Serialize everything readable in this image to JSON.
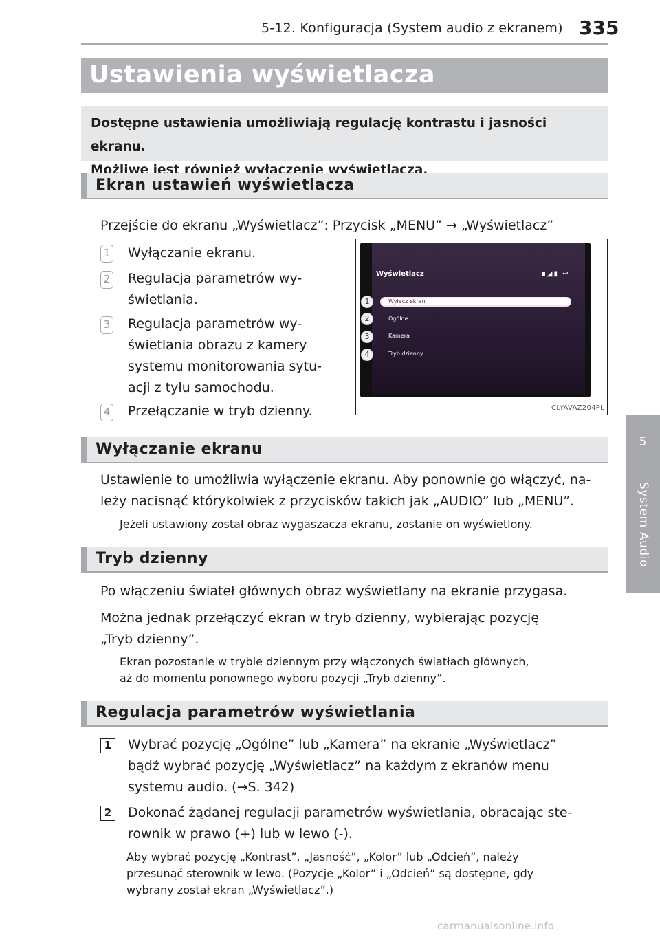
{
  "header": {
    "running_title": "5-12. Konfiguracja (System audio z ekranem)",
    "page_number": "335"
  },
  "side_tab": {
    "chapter_number": "5",
    "chapter_label": "System Audio"
  },
  "title": "Ustawienia wyświetlacza",
  "intro": {
    "line1": "Dostępne ustawienia umożliwiają regulację kontrastu i jasności ekranu.",
    "line2": "Możliwe jest również wyłączenie wyświetlacza."
  },
  "section_screen": {
    "heading": "Ekran ustawień wyświetlacza",
    "path": "Przejście do ekranu „Wyświetlacz”: Przycisk „MENU” → „Wyświetlacz”",
    "items": [
      {
        "num": "1",
        "text": "Wyłączanie ekranu."
      },
      {
        "num": "2",
        "line1": "Regulacja parametrów wy-",
        "line2": "świetlania."
      },
      {
        "num": "3",
        "line1": "Regulacja parametrów wy-",
        "line2": "świetlania obrazu z kamery",
        "line3": "systemu monitorowania sytu-",
        "line4": "acji z tyłu samochodu."
      },
      {
        "num": "4",
        "text": "Przełączanie w tryb dzienny."
      }
    ]
  },
  "figure": {
    "screen_title": "Wyświetlacz",
    "status_icons": "▪◢▮ ↩",
    "menu": [
      "Wyłącz ekran",
      "Ogólne",
      "Kamera",
      "Tryb dzienny"
    ],
    "callouts": [
      "1",
      "2",
      "3",
      "4"
    ],
    "code": "CLYAVAZ204PL"
  },
  "section_off": {
    "heading": "Wyłączanie ekranu",
    "line1": "Ustawienie to umożliwia wyłączenie ekranu. Aby ponownie go włączyć, na-",
    "line2": "leży nacisnąć którykolwiek z przycisków takich jak „AUDIO” lub „MENU”.",
    "note": "Jeżeli ustawiony został obraz wygaszacza ekranu, zostanie on wyświetlony."
  },
  "section_day": {
    "heading": "Tryb dzienny",
    "p1": "Po włączeniu świateł głównych obraz wyświetlany na ekranie przygasa.",
    "p2_line1": "Można jednak przełączyć ekran w tryb dzienny, wybierając pozycję",
    "p2_line2": "„Tryb dzienny”.",
    "note_line1": "Ekran pozostanie w trybie dziennym przy włączonych światłach głównych,",
    "note_line2": "aż do momentu ponownego wyboru pozycji „Tryb dzienny”."
  },
  "section_adjust": {
    "heading": "Regulacja parametrów wyświetlania",
    "steps": [
      {
        "num": "1",
        "line1": "Wybrać pozycję „Ogólne” lub „Kamera” na ekranie „Wyświetlacz”",
        "line2": "bądź wybrać pozycję „Wyświetlacz” na każdym z ekranów menu",
        "line3": "systemu audio. (→S. 342)"
      },
      {
        "num": "2",
        "line1": "Dokonać żądanej regulacji parametrów wyświetlania, obracając ste-",
        "line2": "rownik w prawo (+) lub w lewo (-)."
      }
    ],
    "note_line1": "Aby wybrać pozycję „Kontrast”, „Jasność”, „Kolor” lub „Odcień”, należy",
    "note_line2": "przesunąć sterownik w lewo. (Pozycje „Kolor” i „Odcień” są dostępne, gdy",
    "note_line3": "wybrany został ekran „Wyświetlacz”.)"
  },
  "watermark": "carmanualsonline.info"
}
